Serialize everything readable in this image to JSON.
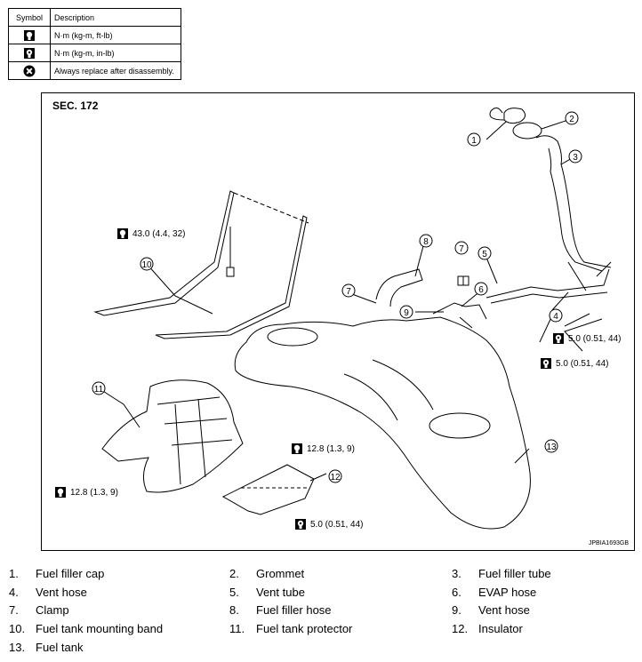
{
  "symbol_table": {
    "header_symbol": "Symbol",
    "header_description": "Description",
    "rows": [
      {
        "icon": "torque-wrench-ftlb-icon",
        "description": "N·m (kg-m, ft-lb)"
      },
      {
        "icon": "torque-wrench-inlb-icon",
        "description": "N·m (kg-m, in-lb)"
      },
      {
        "icon": "always-replace-icon",
        "description": "Always replace after disassembly."
      }
    ]
  },
  "diagram": {
    "section": "SEC. 172",
    "figure_code": "JPBIA1693GB",
    "callouts": [
      "1",
      "2",
      "3",
      "4",
      "5",
      "6",
      "7",
      "7",
      "8",
      "9",
      "10",
      "11",
      "12",
      "13"
    ],
    "torques": [
      "43.0 (4.4, 32)",
      "12.8 (1.3, 9)",
      "12.8 (1.3, 9)",
      "5.0 (0.51, 44)",
      "5.0 (0.51, 44)",
      "5.0 (0.51, 44)"
    ]
  },
  "legend": [
    {
      "num": "1.",
      "label": "Fuel filler cap"
    },
    {
      "num": "2.",
      "label": "Grommet"
    },
    {
      "num": "3.",
      "label": "Fuel filler tube"
    },
    {
      "num": "4.",
      "label": "Vent hose"
    },
    {
      "num": "5.",
      "label": "Vent tube"
    },
    {
      "num": "6.",
      "label": "EVAP hose"
    },
    {
      "num": "7.",
      "label": "Clamp"
    },
    {
      "num": "8.",
      "label": "Fuel filler hose"
    },
    {
      "num": "9.",
      "label": "Vent hose"
    },
    {
      "num": "10.",
      "label": "Fuel tank mounting band"
    },
    {
      "num": "11.",
      "label": "Fuel tank protector"
    },
    {
      "num": "12.",
      "label": "Insulator"
    },
    {
      "num": "13.",
      "label": "Fuel tank"
    }
  ]
}
